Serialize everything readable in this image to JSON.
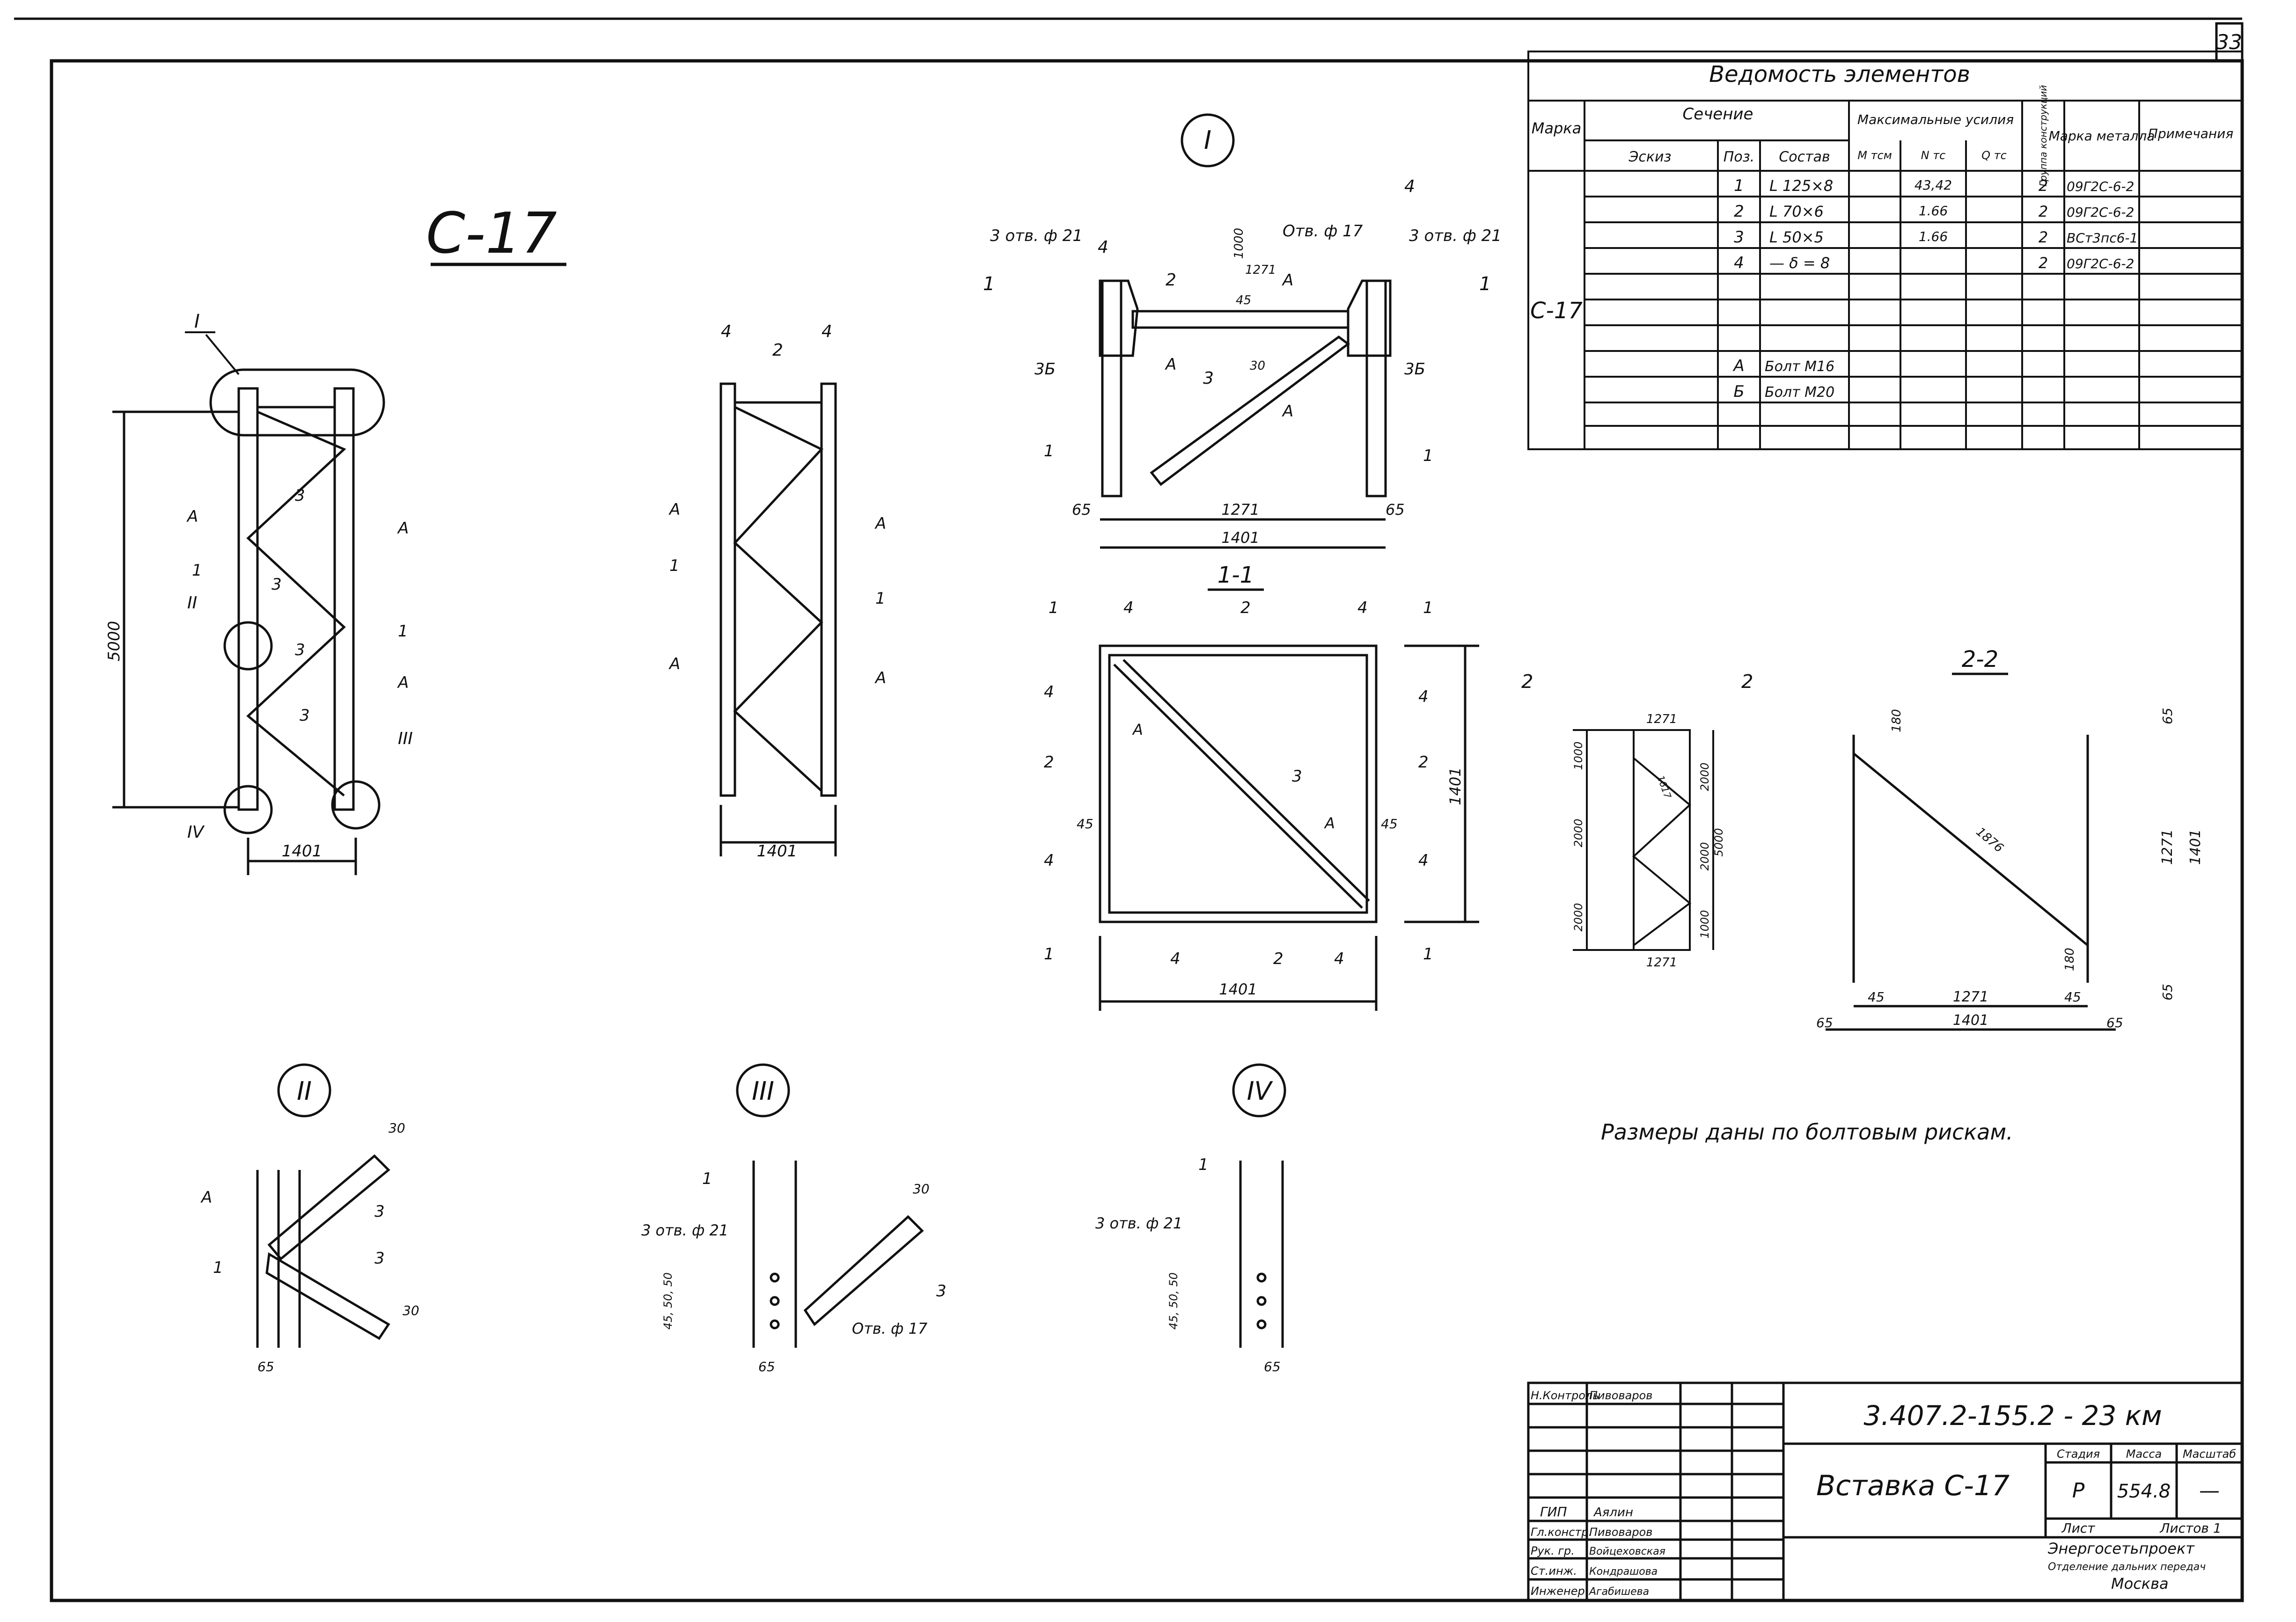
{
  "sheet_number": "33",
  "mark_title": "С-17",
  "views": {
    "I": "I",
    "II": "II",
    "III": "III",
    "IV": "IV",
    "sec11": "1-1",
    "sec22": "2-2"
  },
  "labels": {
    "n1": "1",
    "n2": "2",
    "n3": "3",
    "n4": "4",
    "A": "А",
    "B3": "3Б",
    "holes_21": "3 отв. ф 21",
    "hole_17": "Отв. ф 17",
    "cut1": "1",
    "cut2": "2"
  },
  "dims": {
    "d5000": "5000",
    "d1401": "1401",
    "d1271": "1271",
    "d65": "65",
    "d45": "45",
    "d50": "50",
    "d30": "30",
    "d1000": "1000",
    "d2000": "2000",
    "d1617": "1617",
    "d1876": "1876",
    "d180": "180",
    "d45_50_50": "45, 50, 50"
  },
  "note": "Размеры даны по болтовым рискам.",
  "spec": {
    "title": "Ведомость элементов",
    "h_mark": "Марка",
    "h_section": "Сечение",
    "h_sketch": "Эскиз",
    "h_pos": "Поз.",
    "h_comp": "Состав",
    "h_forces": "Максимальные усилия",
    "h_M": "М тсм",
    "h_N": "N тс",
    "h_Q": "Q тс",
    "h_group": "Группа конструкций",
    "h_metal": "Марка металла",
    "h_note": "Примечания",
    "mark": "С-17",
    "rows": [
      {
        "pos": "1",
        "comp": "L 125×8",
        "n": "43,42",
        "group": "2",
        "metal": "09Г2С-6-2"
      },
      {
        "pos": "2",
        "comp": "L 70×6",
        "n": "1.66",
        "group": "2",
        "metal": "09Г2С-6-2"
      },
      {
        "pos": "3",
        "comp": "L 50×5",
        "n": "1.66",
        "group": "2",
        "metal": "ВСт3пс6-1"
      },
      {
        "pos": "4",
        "comp": "— δ = 8",
        "n": "",
        "group": "2",
        "metal": "09Г2С-6-2"
      },
      {
        "pos": "А",
        "comp": "Болт М16",
        "n": "",
        "group": "",
        "metal": ""
      },
      {
        "pos": "Б",
        "comp": "Болт М20",
        "n": "",
        "group": "",
        "metal": ""
      }
    ]
  },
  "stamp": {
    "roles": [
      "Н.Контроль",
      "ГИП",
      "Гл.констр.",
      "Рук. гр.",
      "Ст.инж.",
      "Инженер"
    ],
    "names": [
      "Пивоваров",
      "Аялин",
      "Пивоваров",
      "Войцеховская",
      "Кондрашова",
      "Агабишева"
    ],
    "code": "3.407.2-155.2 - 23 км",
    "title": "Вставка С-17",
    "h_stage": "Стадия",
    "h_mass": "Масса",
    "h_scale": "Масштаб",
    "stage": "Р",
    "mass": "554.8",
    "scale": "—",
    "sheet": "Лист",
    "sheets": "Листов 1",
    "org1": "Энергосетьпроект",
    "org2": "Отделение дальних передач",
    "org3": "Москва"
  }
}
